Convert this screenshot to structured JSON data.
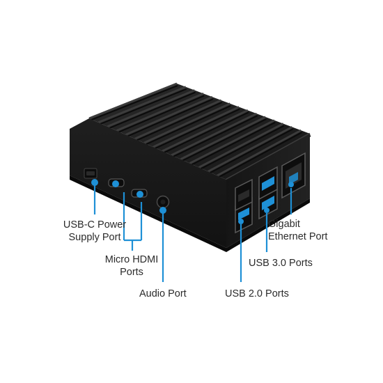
{
  "colors": {
    "case": "#1c1c1c",
    "case_dark": "#0e0e0e",
    "case_light": "#3a3a3a",
    "accent_blue": "#1e90d6",
    "text": "#2b2b2b"
  },
  "labels": {
    "usbc_line1": "USB-C Power",
    "usbc_line2": "Supply Port",
    "hdmi_line1": "Micro HDMI",
    "hdmi_line2": "Ports",
    "audio": "Audio Port",
    "usb2": "USB 2.0 Ports",
    "usb3": "USB 3.0 Ports",
    "eth_line1": "Gigabit",
    "eth_line2": "Ethernet Port"
  }
}
